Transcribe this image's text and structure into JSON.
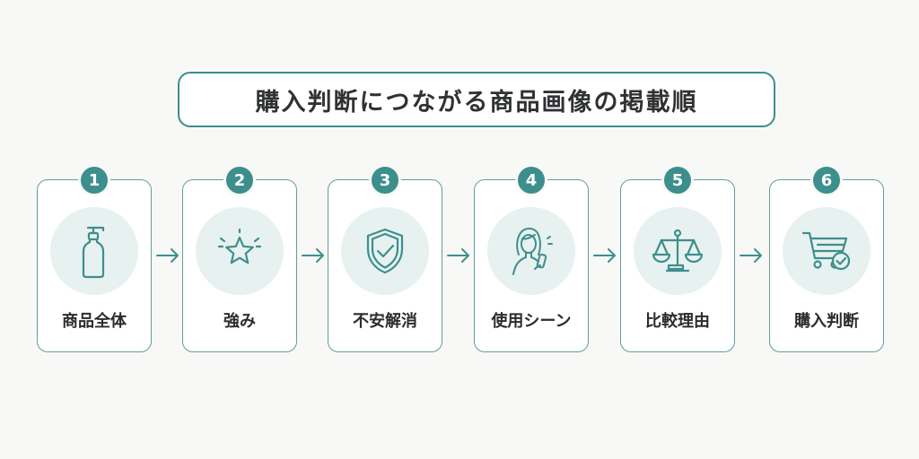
{
  "title": "購入判断につながる商品画像の掲載順",
  "steps": [
    {
      "number": "1",
      "label": "商品全体",
      "icon": "pump-bottle-icon"
    },
    {
      "number": "2",
      "label": "強み",
      "icon": "sparkle-star-icon"
    },
    {
      "number": "3",
      "label": "不安解消",
      "icon": "shield-check-icon"
    },
    {
      "number": "4",
      "label": "使用シーン",
      "icon": "person-using-product-icon"
    },
    {
      "number": "5",
      "label": "比較理由",
      "icon": "balance-scale-icon"
    },
    {
      "number": "6",
      "label": "購入判断",
      "icon": "shopping-cart-check-icon"
    }
  ],
  "colors": {
    "accent": "#3c8f8d",
    "icon_bg": "#e7f1f0",
    "text": "#2a2c2e",
    "background": "#f8f8f7"
  }
}
